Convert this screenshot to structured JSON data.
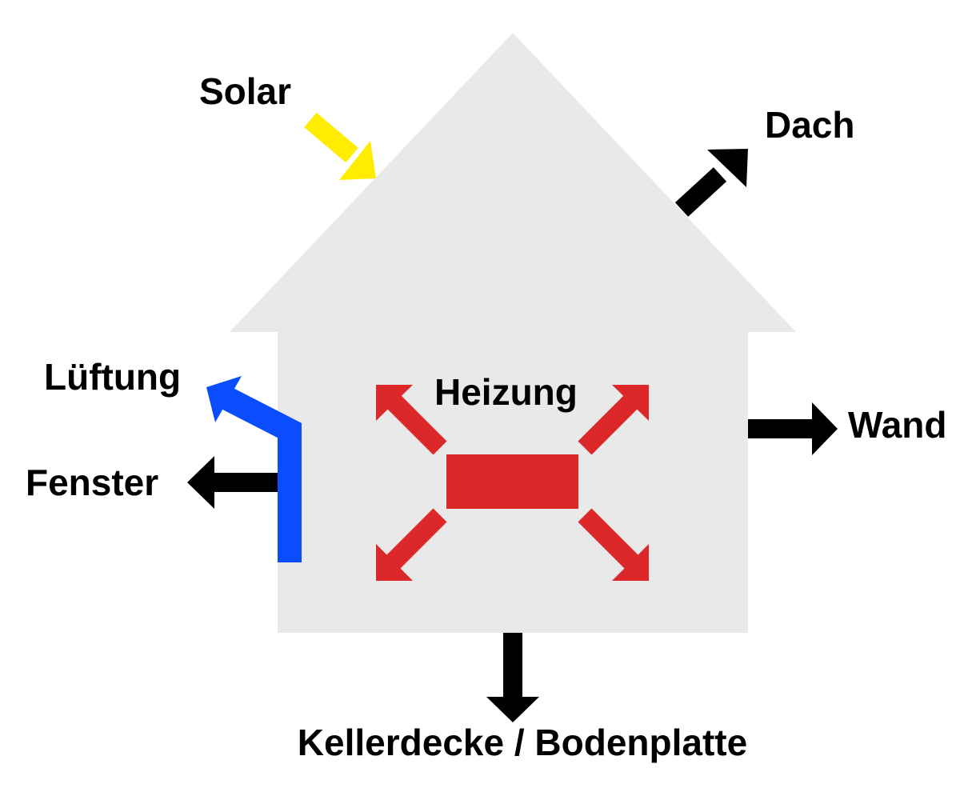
{
  "labels": {
    "solar": "Solar",
    "roof": "Dach",
    "ventilation": "Lüftung",
    "heating": "Heizung",
    "wall": "Wand",
    "window": "Fenster",
    "floor": "Kellerdecke / Bodenplatte"
  },
  "colors": {
    "house": "#e9e9e9",
    "solar": "#ffec00",
    "loss": "#000000",
    "ventilation": "#0a4dff",
    "heating": "#dc2828"
  },
  "icons": {
    "solar_arrow": "arrow-down-right",
    "roof_arrow": "arrow-up-right",
    "wall_arrow": "arrow-right",
    "window_arrow": "arrow-left",
    "ventilation_arrow": "bent-arrow-up-left",
    "floor_arrow": "arrow-down",
    "heater": "radiator-with-four-arrows"
  }
}
